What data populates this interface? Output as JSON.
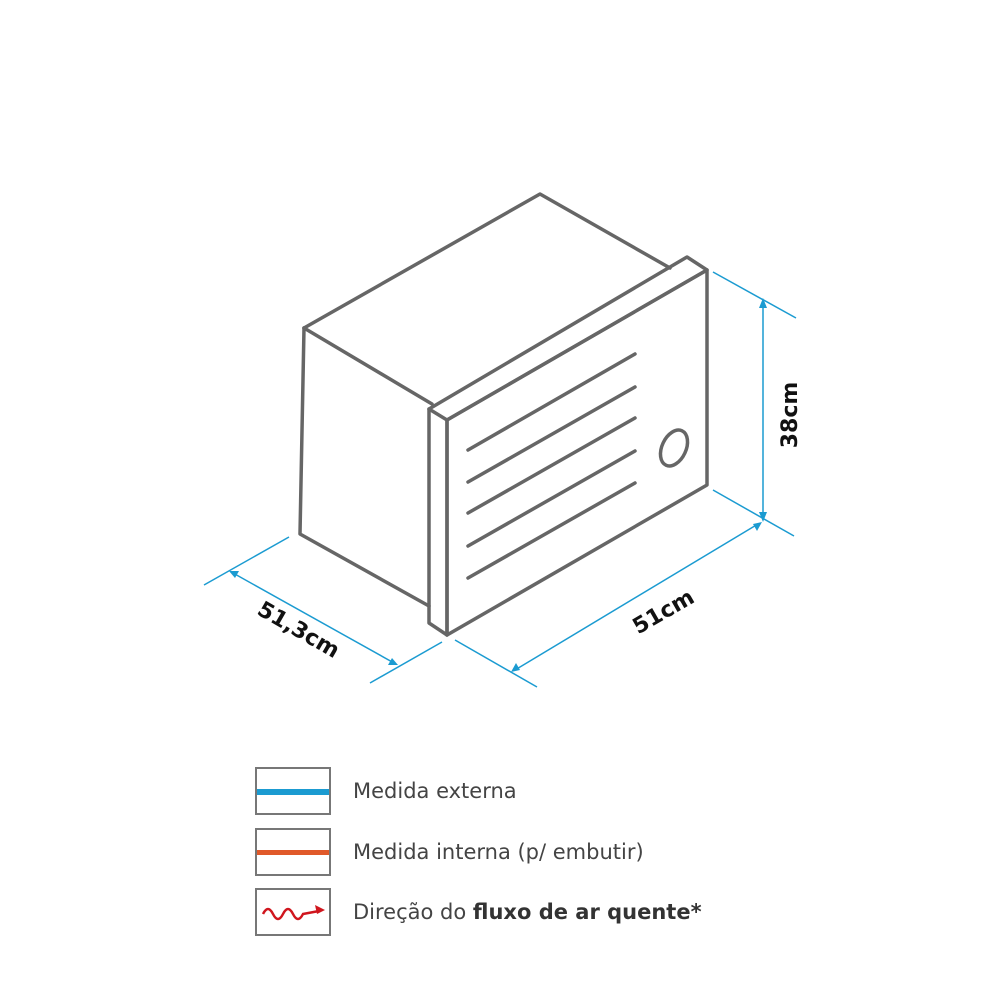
{
  "dimensions": {
    "height_label": "38cm",
    "width_label": "51cm",
    "depth_label": "51,3cm"
  },
  "legend": [
    {
      "label": "Medida externa",
      "color": "#1b9bd1"
    },
    {
      "label": "Medida interna (p/ embutir)",
      "color": "#e0592a"
    },
    {
      "label_regular": "Direção do ",
      "label_bold": "fluxo de ar quente*",
      "color": "#d0161e"
    }
  ],
  "colors": {
    "outline": "#666666",
    "dimension": "#1b9bd1"
  }
}
